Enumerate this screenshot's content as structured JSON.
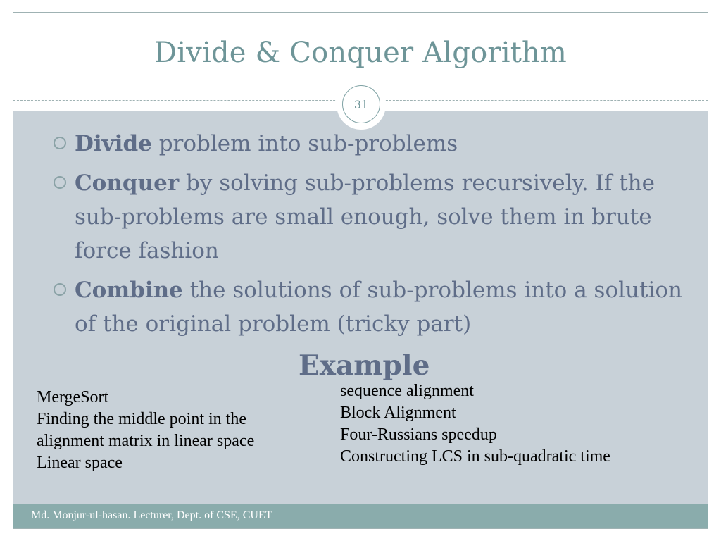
{
  "slide": {
    "title": "Divide & Conquer Algorithm",
    "page_number": "31",
    "bullets": [
      {
        "keyword": "Divide",
        "text": " problem into sub-problems"
      },
      {
        "keyword": "Conquer",
        "text": " by solving sub-problems recursively. If the sub-problems are small enough, solve them in brute force fashion"
      },
      {
        "keyword": "Combine",
        "text": " the solutions of sub-problems into a solution of the original problem (tricky part)"
      }
    ],
    "example_heading": "Example",
    "examples_left": [
      "MergeSort",
      "Finding the middle point in the",
      "alignment matrix in linear space",
      "Linear space"
    ],
    "examples_right": [
      "sequence alignment",
      "Block Alignment",
      "Four-Russians speedup",
      "Constructing LCS in sub-quadratic time"
    ],
    "footer": "Md. Monjur-ul-hasan. Lecturer, Dept. of CSE, CUET"
  },
  "colors": {
    "title": "#6e9598",
    "body_text": "#5f6d88",
    "content_background": "#c8d1d8",
    "footer_background": "#8aacac",
    "border": "#9fb2b3"
  }
}
